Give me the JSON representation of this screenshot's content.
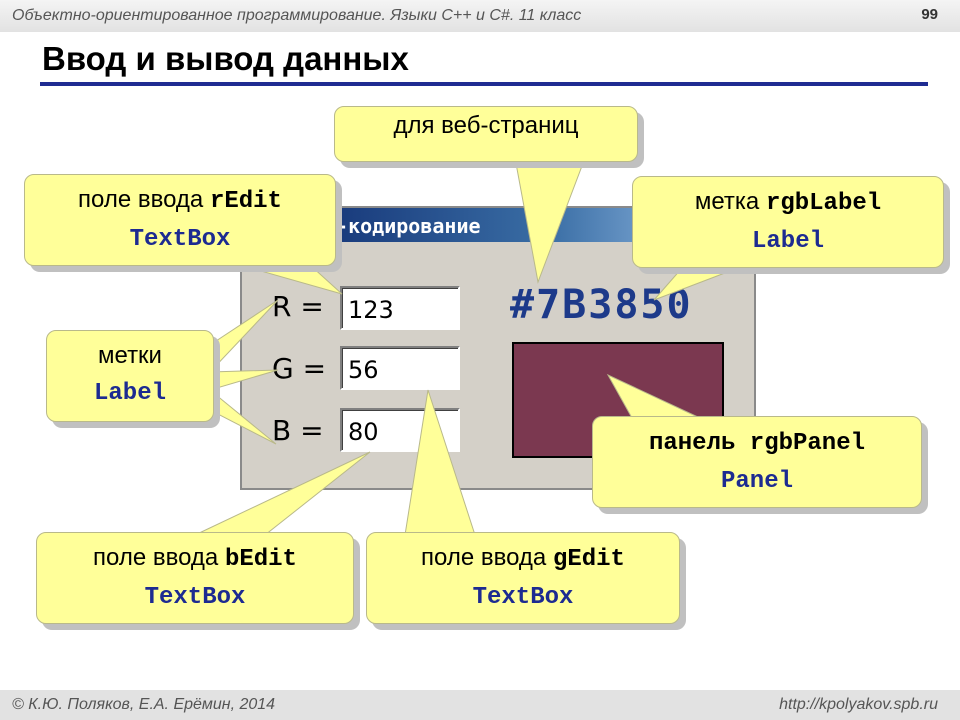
{
  "header": {
    "course": "Объектно-ориентированное программирование. Языки C++ и C#. 11 класс",
    "page_number": "99"
  },
  "slide": {
    "title": "Ввод и вывод данных"
  },
  "window": {
    "title": "В-кодирование",
    "r_label": "R =",
    "g_label": "G =",
    "b_label": "B =",
    "r_value": "123",
    "g_value": "56",
    "b_value": "80",
    "hex_label": "#7B3850",
    "panel_color": "#7b3850"
  },
  "callouts": {
    "web": {
      "text": "для веб-страниц"
    },
    "redit": {
      "prefix": "поле ввода ",
      "name": "rEdit",
      "type": "TextBox"
    },
    "rgblabel": {
      "prefix": "метка ",
      "name": "rgbLabel",
      "type": "Label"
    },
    "labels": {
      "text": "метки",
      "type": "Label"
    },
    "panel": {
      "prefix": "панель ",
      "name": "rgbPanel",
      "type": "Panel"
    },
    "bedit": {
      "prefix": "поле ввода ",
      "name": "bEdit",
      "type": "TextBox"
    },
    "gedit": {
      "prefix": "поле ввода ",
      "name": "gEdit",
      "type": "TextBox"
    }
  },
  "footer": {
    "authors": "© К.Ю. Поляков, Е.А. Ерёмин, 2014",
    "url": "http://kpolyakov.spb.ru"
  },
  "colors": {
    "accent": "#1f2c92",
    "callout_fill": "#ffff99",
    "code_blue": "#1d2b91"
  }
}
